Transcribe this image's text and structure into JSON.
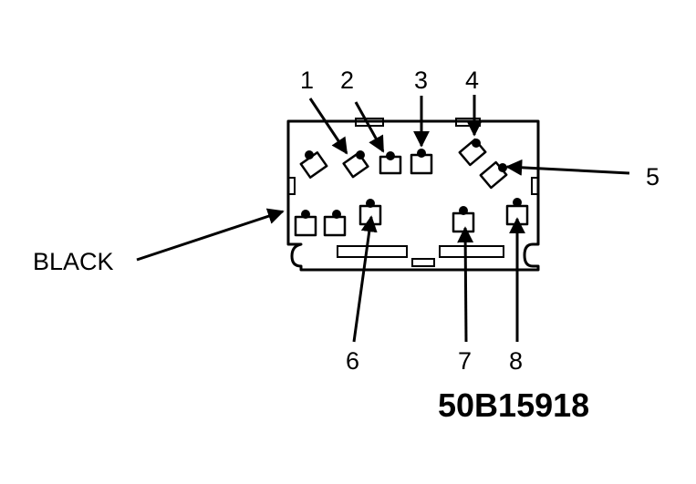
{
  "diagram": {
    "callouts": {
      "n1": "1",
      "n2": "2",
      "n3": "3",
      "n4": "4",
      "n5": "5",
      "n6": "6",
      "n7": "7",
      "n8": "8",
      "black": "BLACK"
    },
    "figure_code": "50B15918",
    "ink_color": "#000000",
    "background_color": "#ffffff"
  }
}
